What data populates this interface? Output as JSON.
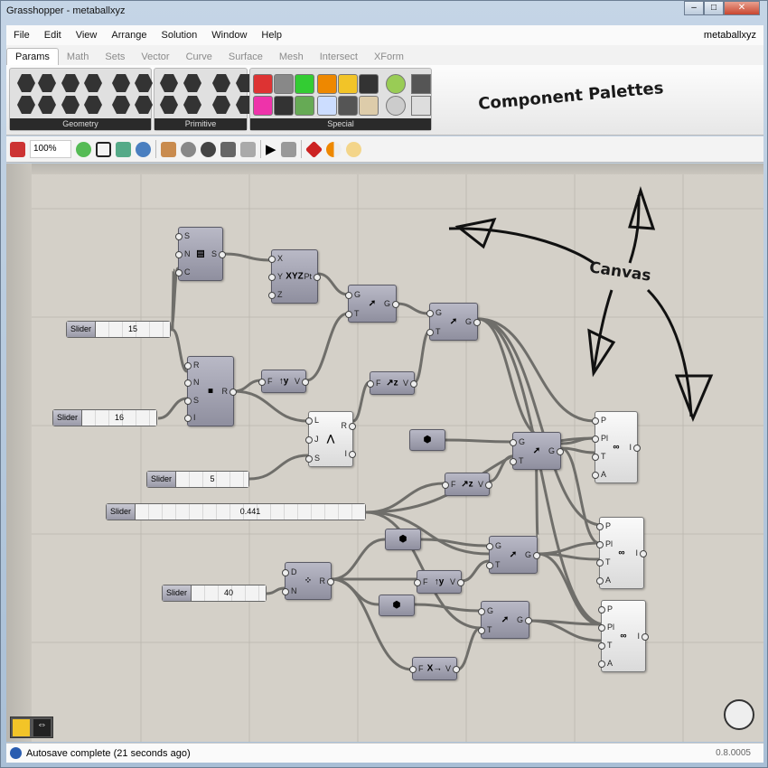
{
  "window": {
    "title": "Grasshopper - metaballxyz",
    "document": "metaballxyz"
  },
  "menu": [
    "File",
    "Edit",
    "View",
    "Arrange",
    "Solution",
    "Window",
    "Help"
  ],
  "tabs": [
    {
      "label": "Params",
      "active": true
    },
    {
      "label": "Math"
    },
    {
      "label": "Sets"
    },
    {
      "label": "Vector"
    },
    {
      "label": "Curve"
    },
    {
      "label": "Surface"
    },
    {
      "label": "Mesh"
    },
    {
      "label": "Intersect"
    },
    {
      "label": "XForm"
    }
  ],
  "palette_groups": [
    "Geometry",
    "Primitive",
    "Special"
  ],
  "annotations": {
    "palettes": "Component Palettes",
    "canvas": "Canvas"
  },
  "toolbar": {
    "zoom": "100%"
  },
  "sliders": [
    {
      "label": "Slider",
      "value": "15"
    },
    {
      "label": "Slider",
      "value": "16"
    },
    {
      "label": "Slider",
      "value": "5"
    },
    {
      "label": "Slider",
      "value": "0.441"
    },
    {
      "label": "Slider",
      "value": "40"
    }
  ],
  "nodes": [
    {
      "name": "series",
      "in": [
        "S",
        "N",
        "C"
      ],
      "out": [
        "S"
      ],
      "glyph": "▤"
    },
    {
      "name": "construct-point",
      "in": [
        "X",
        "Y",
        "Z"
      ],
      "out": [
        "Pt"
      ],
      "glyph": "XYZ"
    },
    {
      "name": "move",
      "in": [
        "G",
        "T"
      ],
      "out": [
        "G"
      ],
      "glyph": "➚"
    },
    {
      "name": "move",
      "in": [
        "G",
        "T"
      ],
      "out": [
        "G"
      ],
      "glyph": "➚"
    },
    {
      "name": "random",
      "in": [
        "R",
        "N",
        "S",
        "I"
      ],
      "out": [
        "R"
      ],
      "glyph": "■"
    },
    {
      "name": "unit-y",
      "in": [
        "F"
      ],
      "out": [
        "V"
      ],
      "glyph": "↑y"
    },
    {
      "name": "unit-z",
      "in": [
        "F"
      ],
      "out": [
        "V"
      ],
      "glyph": "↗z"
    },
    {
      "name": "graph-mapper",
      "in": [
        "L",
        "J",
        "S"
      ],
      "out": [
        "R",
        "I"
      ],
      "glyph": "⋀",
      "white": true
    },
    {
      "name": "geometry-param",
      "in": [],
      "out": [],
      "glyph": "⬢"
    },
    {
      "name": "move",
      "in": [
        "G",
        "T"
      ],
      "out": [
        "G"
      ],
      "glyph": "➚"
    },
    {
      "name": "unit-z",
      "in": [
        "F"
      ],
      "out": [
        "V"
      ],
      "glyph": "↗z"
    },
    {
      "name": "metaball",
      "in": [
        "P",
        "Pl",
        "T",
        "A"
      ],
      "out": [
        "I"
      ],
      "glyph": "∞",
      "white": true
    },
    {
      "name": "geometry-param",
      "in": [],
      "out": [],
      "glyph": "⬢"
    },
    {
      "name": "move",
      "in": [
        "G",
        "T"
      ],
      "out": [
        "G"
      ],
      "glyph": "➚"
    },
    {
      "name": "metaball",
      "in": [
        "P",
        "Pl",
        "T",
        "A"
      ],
      "out": [
        "I"
      ],
      "glyph": "∞",
      "white": true
    },
    {
      "name": "divide",
      "in": [
        "D",
        "N"
      ],
      "out": [
        "R"
      ],
      "glyph": "⁘"
    },
    {
      "name": "unit-y",
      "in": [
        "F"
      ],
      "out": [
        "V"
      ],
      "glyph": "↑y"
    },
    {
      "name": "geometry-param",
      "in": [],
      "out": [],
      "glyph": "⬢"
    },
    {
      "name": "move",
      "in": [
        "G",
        "T"
      ],
      "out": [
        "G"
      ],
      "glyph": "➚"
    },
    {
      "name": "metaball",
      "in": [
        "P",
        "Pl",
        "T",
        "A"
      ],
      "out": [
        "I"
      ],
      "glyph": "∞",
      "white": true
    },
    {
      "name": "unit-x",
      "in": [
        "F"
      ],
      "out": [
        "V"
      ],
      "glyph": "X→"
    }
  ],
  "status": {
    "message": "Autosave complete (21 seconds ago)",
    "version": "0.8.0005"
  }
}
